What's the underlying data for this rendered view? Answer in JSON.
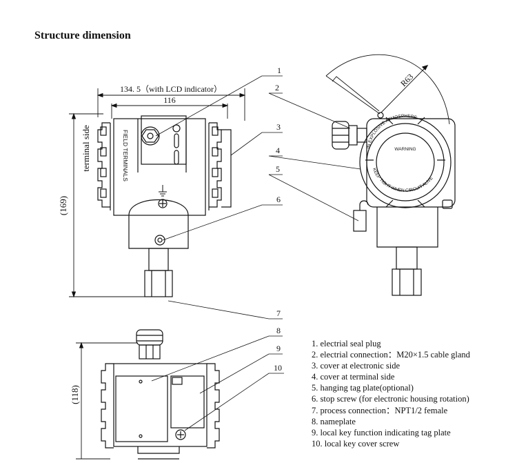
{
  "title": "Structure dimension",
  "dimensions": {
    "overall_width": "134. 5（with LCD indicator）",
    "body_width": "116",
    "height_front": "(169)",
    "height_bottom": "(118)",
    "radius": "R63"
  },
  "side_labels": {
    "terminal_side": "terminal side",
    "field_terminals": "FIELD TERMINALS"
  },
  "cover_text": {
    "ring_top": "IN EXPLOSIVE ATMOSPHERE",
    "warning": "WARNING",
    "ring_bottom": "KEEP TIGHT WHEN CIRCUIT ALIVE"
  },
  "callouts": [
    "1",
    "2",
    "3",
    "4",
    "5",
    "6",
    "7",
    "8",
    "9",
    "10"
  ],
  "legend": [
    "1. electrial seal plug",
    "2. electrial connection：M20×1.5 cable gland",
    "3. cover at electronic side",
    "4. cover at terminal side",
    "5. hanging tag plate(optional)",
    "6. stop screw (for electronic housing rotation)",
    "7. process connection：NPT1/2 female",
    "8. nameplate",
    "9. local key function indicating tag plate",
    "10. local key cover screw"
  ]
}
